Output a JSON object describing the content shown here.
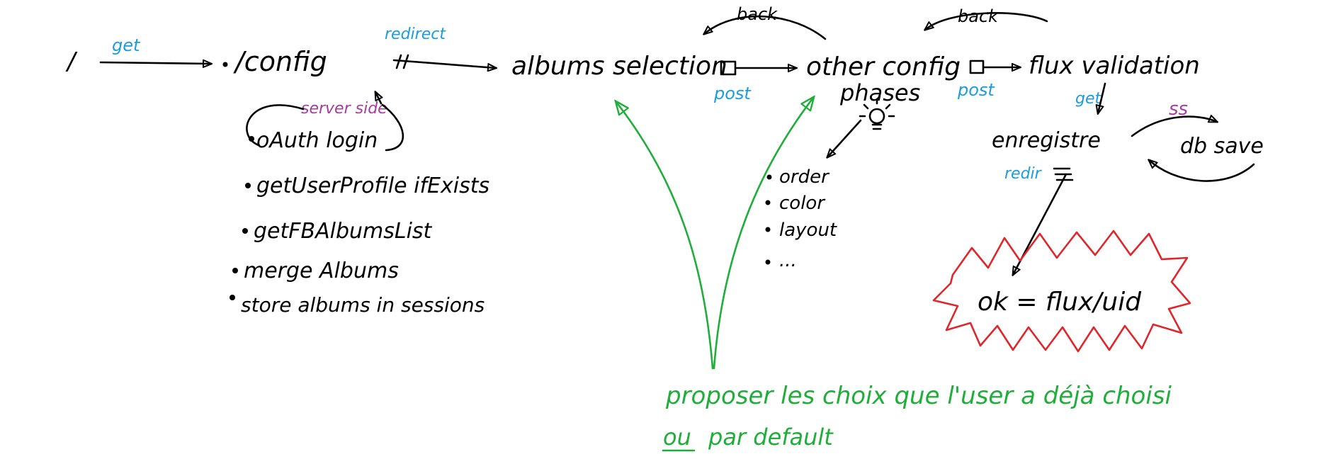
{
  "colors": {
    "ink": "#000000",
    "blue": "#1a9ce0",
    "purple": "#a83aa0",
    "green": "#1fae3a",
    "red": "#e0262a"
  },
  "flow": {
    "root": "/",
    "get_label": "get",
    "config": "/config",
    "redirect_label": "redirect",
    "albums_selection": "albums selection",
    "post_label_1": "post",
    "other_config": "other config",
    "phases": "phases",
    "post_label_2": "post",
    "flux_validation": "flux validation",
    "back_label_1": "back",
    "back_label_2": "back",
    "get_label_2": "get",
    "enregistre": "enregistre",
    "ss_label": "ss",
    "db_save": "db save",
    "redir_label": "redir",
    "ok_text": "ok = flux/uid"
  },
  "server_side": {
    "label": "server side",
    "steps": [
      "oAuth login",
      "getUserProfile ifExists",
      "getFBAlbumsList",
      "merge Albums",
      "store albums in sessions"
    ]
  },
  "phases_list": {
    "items": [
      "order",
      "color",
      "layout",
      "..."
    ]
  },
  "note": {
    "line1": "proposer les choix que l'user a déjà choisi",
    "line2_emphasis": "ou",
    "line2_rest": "par default"
  }
}
